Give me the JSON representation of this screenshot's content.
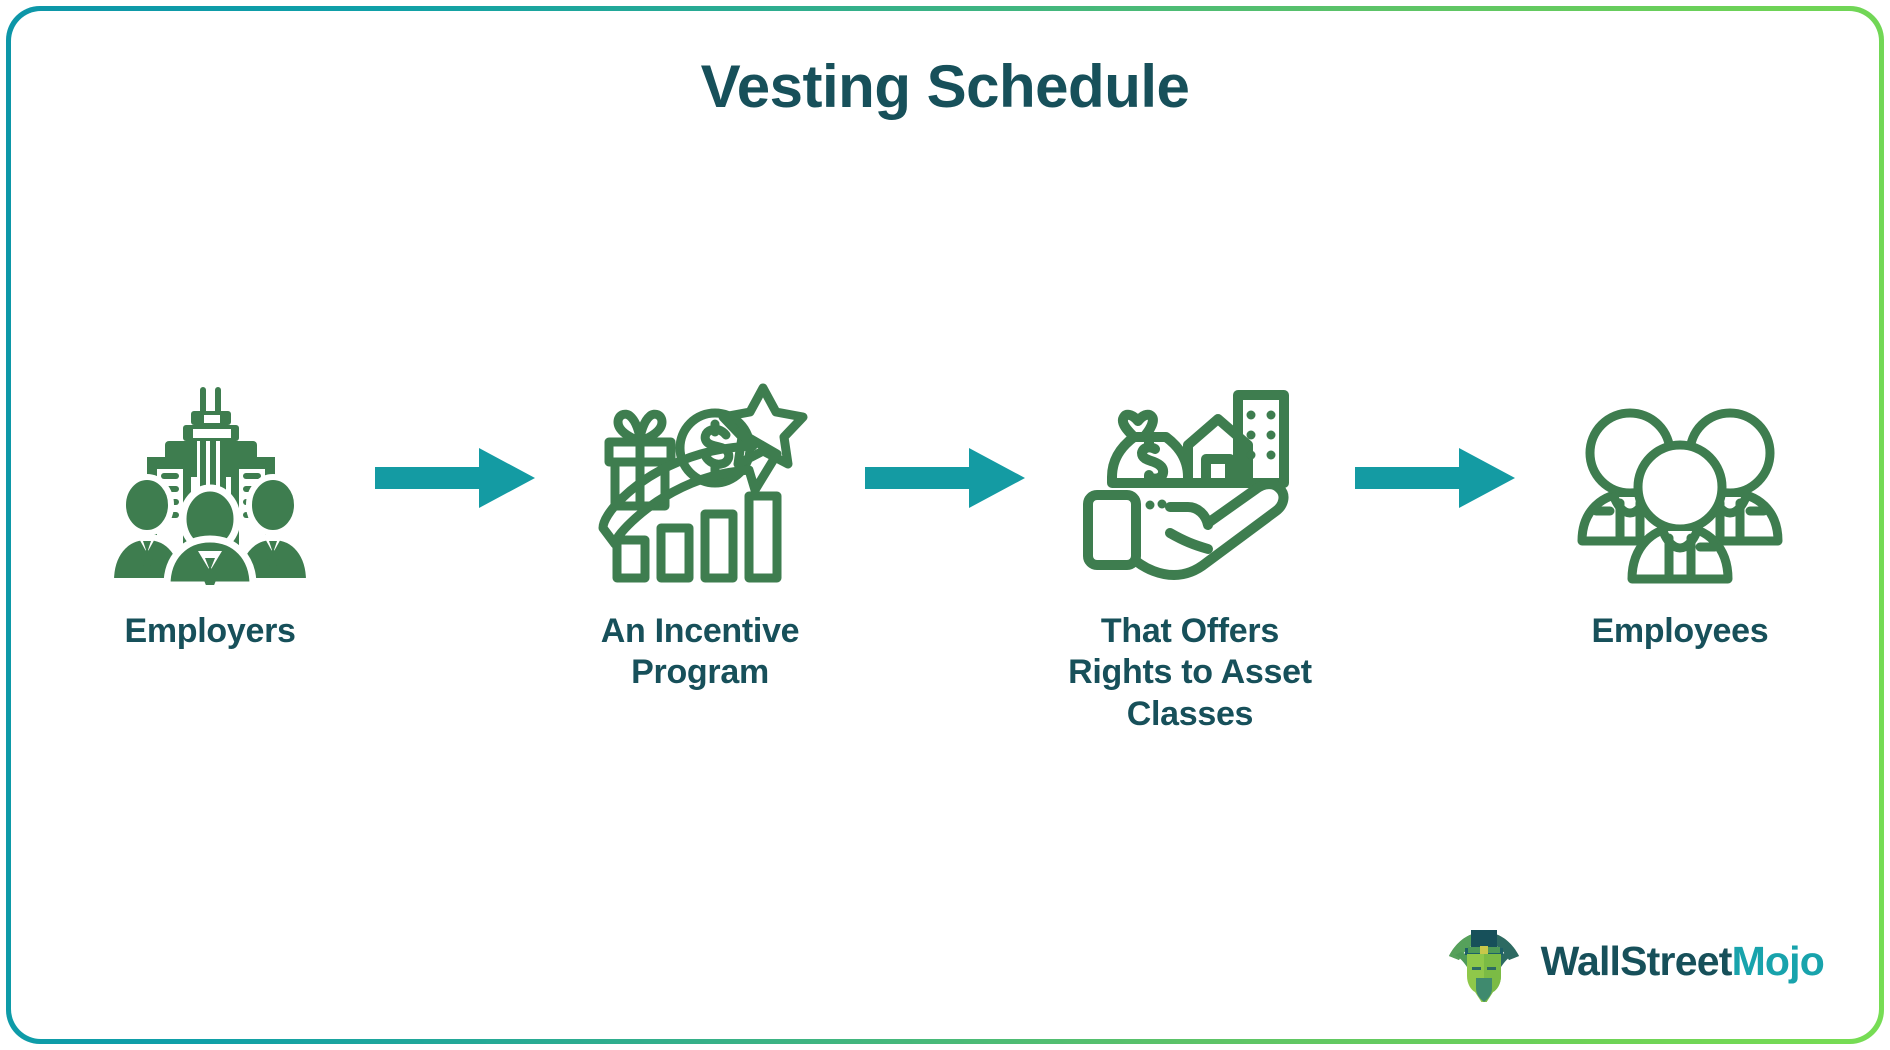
{
  "page": {
    "title": "Vesting Schedule",
    "border_gradient_start": "#0d96a8",
    "border_gradient_end": "#77dd54",
    "title_color": "#17505a",
    "icon_color": "#3e7d4f",
    "arrow_color": "#149ba3"
  },
  "flow": {
    "steps": [
      {
        "label": "Employers",
        "icon": "office-building-with-employees-icon"
      },
      {
        "label": "An Incentive\nProgram",
        "icon": "incentive-growth-chart-icon"
      },
      {
        "label": "That Offers\nRights to Asset\nClasses",
        "icon": "hand-holding-assets-icon"
      },
      {
        "label": "Employees",
        "icon": "group-of-employees-icon"
      }
    ],
    "arrows": [
      {
        "name": "arrow-1",
        "direction": "right"
      },
      {
        "name": "arrow-2",
        "direction": "right"
      },
      {
        "name": "arrow-3",
        "direction": "right"
      }
    ]
  },
  "logo": {
    "mark": "bull-with-top-hat-icon",
    "text_primary": "WallStreet",
    "text_accent": "Mojo",
    "primary_color": "#17505a",
    "accent_color": "#18a3ac"
  }
}
